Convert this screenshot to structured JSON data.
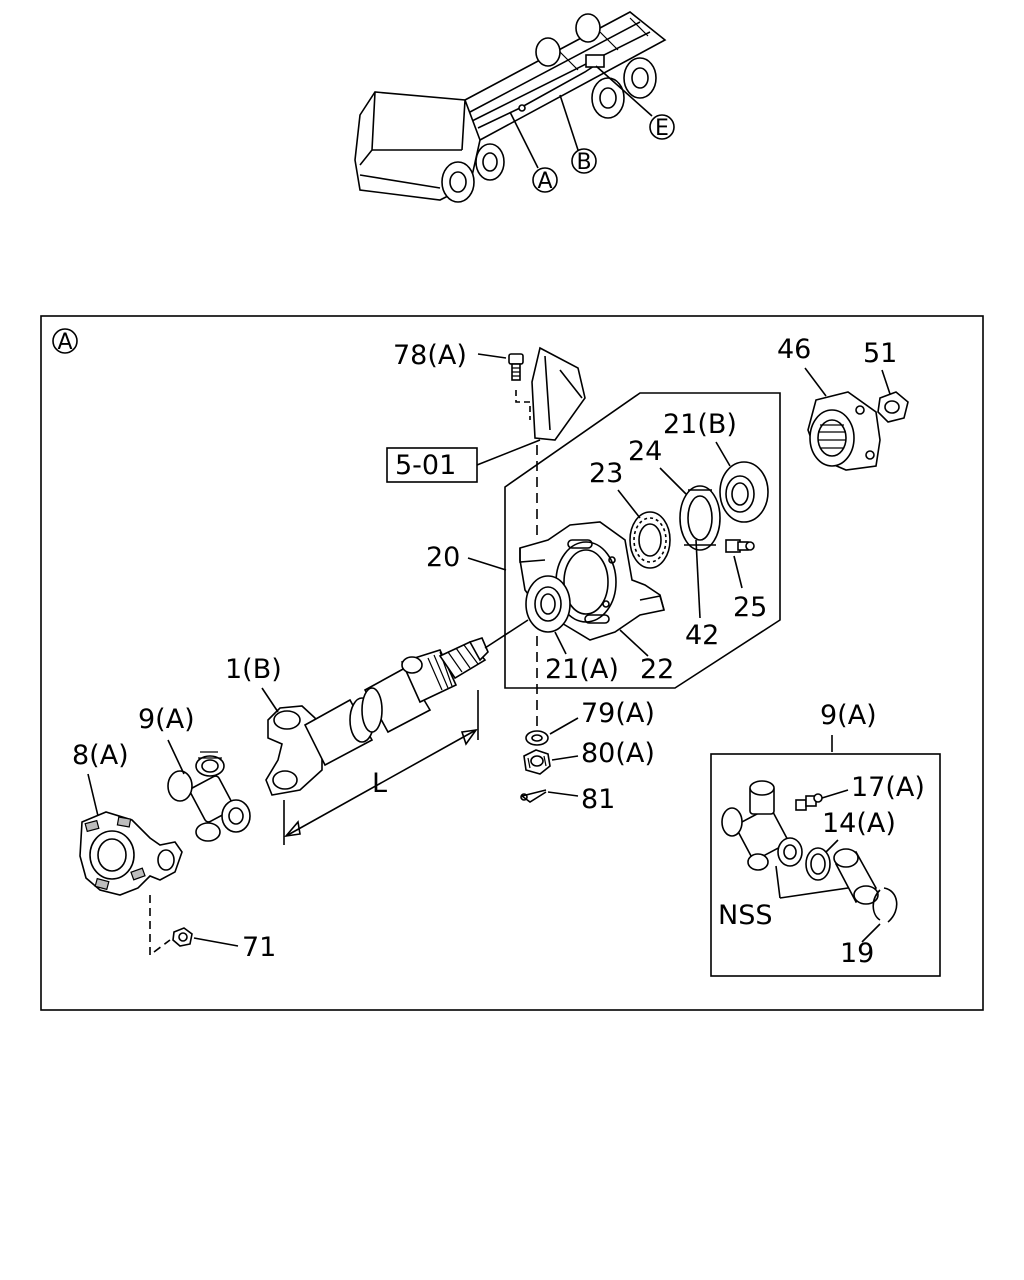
{
  "overview": {
    "callouts": [
      "A",
      "B",
      "E"
    ]
  },
  "detail": {
    "frame_marker": "A",
    "labels": {
      "p78a": "78(A)",
      "p501": "5-01",
      "p46": "46",
      "p51": "51",
      "p21b": "21(B)",
      "p24": "24",
      "p23": "23",
      "p20": "20",
      "p25": "25",
      "p42": "42",
      "p21a": "21(A)",
      "p22": "22",
      "p1b": "1(B)",
      "p9a_left": "9(A)",
      "p8a": "8(A)",
      "pL": "L",
      "p79a": "79(A)",
      "p80a": "80(A)",
      "p81": "81",
      "p71": "71",
      "p9a_inset": "9(A)",
      "p17a": "17(A)",
      "p14a": "14(A)",
      "pNSS": "NSS",
      "p19": "19"
    }
  },
  "colors": {
    "line": "#000000",
    "background": "#ffffff"
  }
}
